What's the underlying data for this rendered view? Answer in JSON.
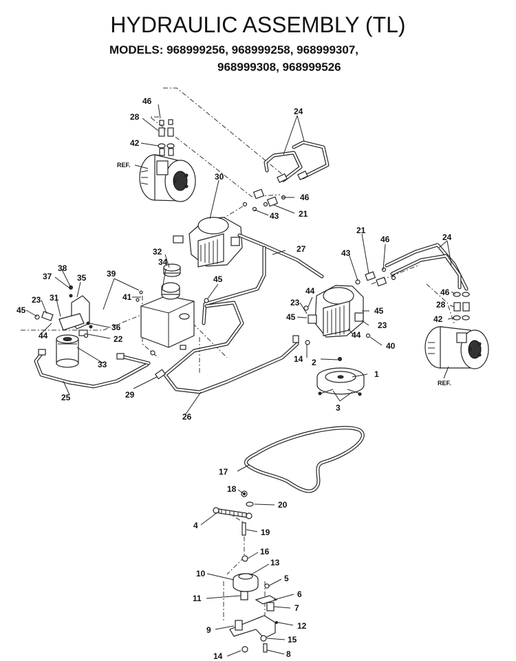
{
  "header": {
    "title": "HYDRAULIC ASSEMBLY (TL)",
    "models_line1": "MODELS:  968999256,  968999258,  968999307,",
    "models_line2": "968999308, 968999526"
  },
  "callouts": {
    "c1": "1",
    "c2": "2",
    "c3": "3",
    "c4": "4",
    "c5": "5",
    "c6": "6",
    "c7": "7",
    "c8": "8",
    "c9": "9",
    "c10": "10",
    "c11": "11",
    "c12": "12",
    "c13": "13",
    "c14a": "14",
    "c14b": "14",
    "c15": "15",
    "c16": "16",
    "c17": "17",
    "c18": "18",
    "c19": "19",
    "c20": "20",
    "c21a": "21",
    "c21b": "21",
    "c22": "22",
    "c23a": "23",
    "c23b": "23",
    "c23c": "23",
    "c24a": "24",
    "c24b": "24",
    "c25": "25",
    "c26": "26",
    "c27": "27",
    "c28a": "28",
    "c28b": "28",
    "c29": "29",
    "c30": "30",
    "c31": "31",
    "c32": "32",
    "c33": "33",
    "c34": "34",
    "c35": "35",
    "c36": "36",
    "c37": "37",
    "c38": "38",
    "c39": "39",
    "c40": "40",
    "c41": "41",
    "c42a": "42",
    "c42b": "42",
    "c43a": "43",
    "c43b": "43",
    "c44a": "44",
    "c44b": "44",
    "c44c": "44",
    "c45a": "45",
    "c45b": "45",
    "c45c": "45",
    "c45d": "45",
    "c46a": "46",
    "c46b": "46",
    "c46c": "46",
    "c46d": "46",
    "ref_a": "REF.",
    "ref_b": "REF."
  }
}
